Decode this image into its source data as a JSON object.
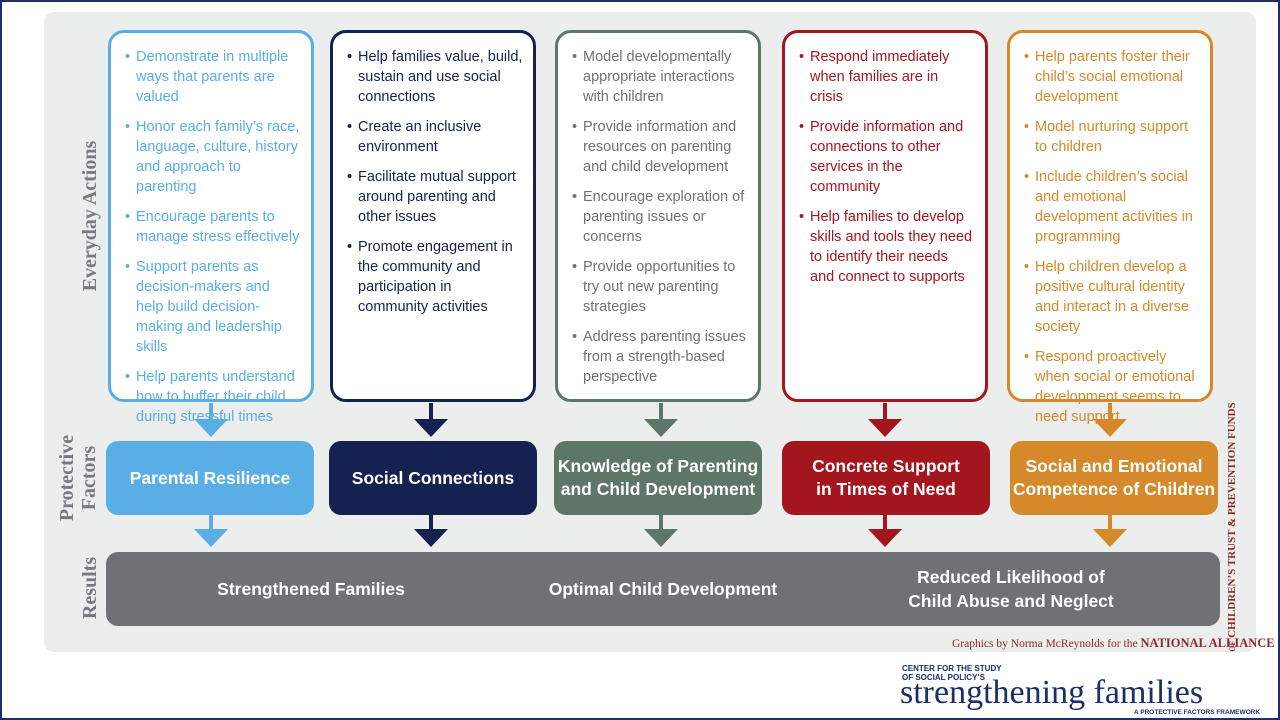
{
  "row_labels": {
    "actions": "Everyday Actions",
    "factors_line1": "Protective",
    "factors_line2": "Factors",
    "results": "Results"
  },
  "columns": [
    {
      "key": "resilience",
      "color": "#5aaee6",
      "text_color": "#5aaee6",
      "factor": [
        "Parental Resilience"
      ],
      "actions": [
        "Demonstrate in multiple ways that parents are valued",
        "Honor each family’s race, language, culture, history and approach to parenting",
        "Encourage parents to manage stress effectively",
        "Support parents as decision-makers and help build decision-making and leadership skills",
        "Help parents understand how to buffer their child during stressful times"
      ]
    },
    {
      "key": "social",
      "color": "#15224f",
      "text_color": "#15224f",
      "factor": [
        "Social Connections"
      ],
      "actions": [
        "Help families value, build, sustain and use social connections",
        "Create an inclusive environment",
        "Facilitate mutual support around parenting and other issues",
        "Promote engagement in the community and participation in community activities"
      ]
    },
    {
      "key": "knowledge",
      "color": "#5e7668",
      "text_color": "#6f7174",
      "factor": [
        "Knowledge of Parenting",
        "and Child Development"
      ],
      "actions": [
        "Model developmentally appropriate interactions with children",
        "Provide information and resources on parenting and child development",
        "Encourage exploration of parenting issues or concerns",
        "Provide opportunities to try out new parenting strategies",
        "Address parenting issues from a strength-based perspective"
      ]
    },
    {
      "key": "concrete",
      "color": "#a3161e",
      "text_color": "#a3161e",
      "factor": [
        "Concrete Support",
        "in Times of Need"
      ],
      "actions": [
        "Respond immediately when families are in crisis",
        "Provide information and connections to other services in the community",
        "Help families to develop skills and tools they need to identify their needs and connect to supports"
      ]
    },
    {
      "key": "competence",
      "color": "#d5892a",
      "text_color": "#d5892a",
      "factor": [
        "Social and Emotional",
        "Competence of Children"
      ],
      "actions": [
        "Help parents foster their child’s social emotional development",
        "Model nurturing support to children",
        "Include children’s social and emotional development activities in programming",
        "Help children develop a positive cultural identity and interact in a diverse society",
        "Respond proactively when social or emotional development seems to need support"
      ]
    }
  ],
  "results": [
    [
      "Strengthened Families"
    ],
    [
      "Optimal Child Development"
    ],
    [
      "Reduced Likelihood of",
      "Child Abuse and Neglect"
    ]
  ],
  "credit": {
    "prefix": "Graphics by Norma McReynolds for the",
    "org": "NATIONAL ALLIANCE",
    "side": "of CHILDREN’S TRUST & PREVENTION FUNDS"
  },
  "logo": {
    "line1": "CENTER FOR THE STUDY",
    "line2": "OF SOCIAL POLICY’S",
    "name": "strengthening families",
    "tagline": "A PROTECTIVE FACTORS FRAMEWORK"
  }
}
